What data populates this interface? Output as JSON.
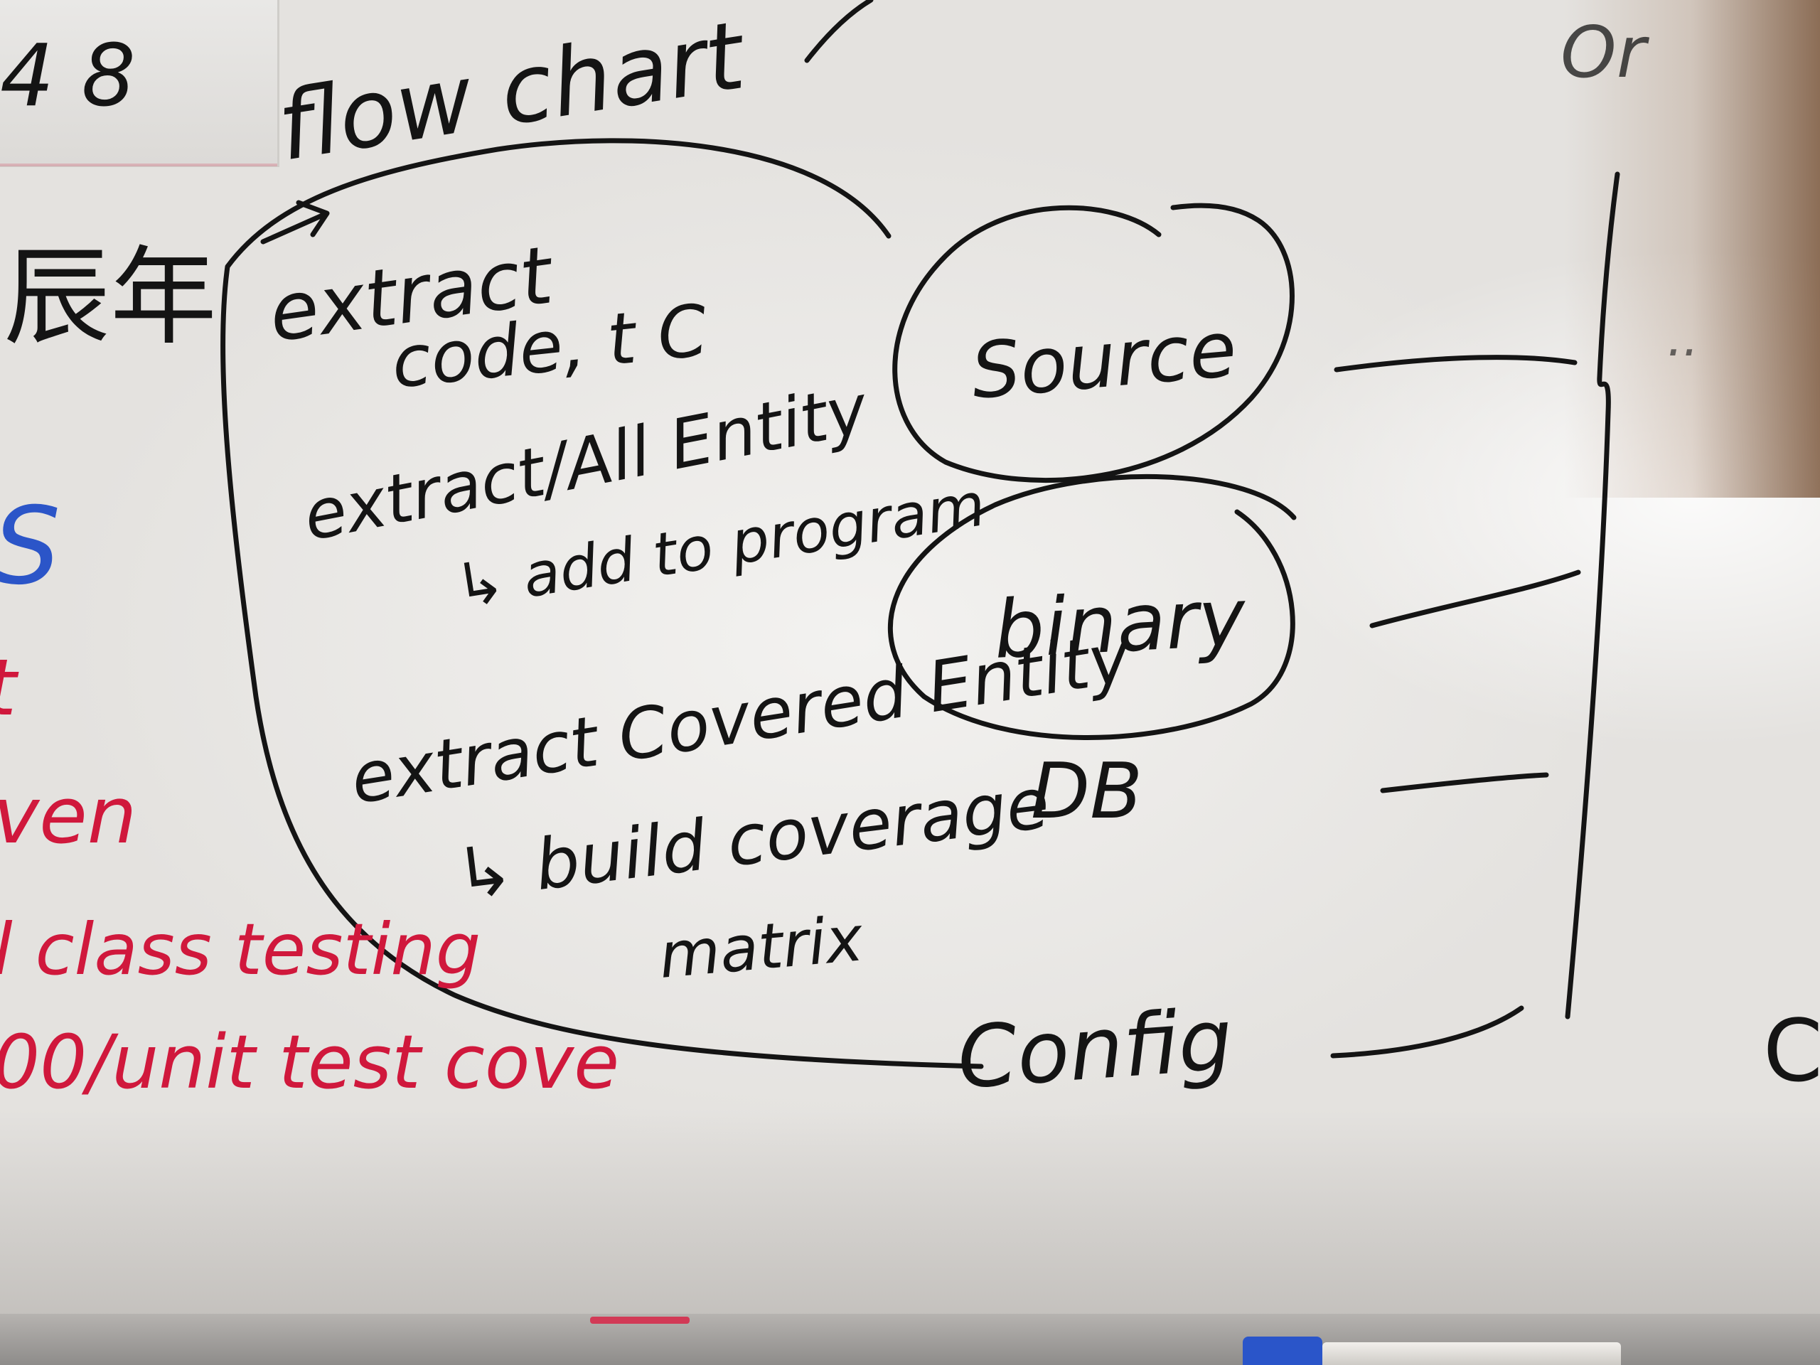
{
  "board": {
    "black_ink": "#141414",
    "red_ink": "#d0183c",
    "blue_ink": "#2b55c8"
  },
  "handwriting": {
    "corner_digits": "4 8",
    "chinese": "辰年",
    "title": "flow chart",
    "line1a": "extract",
    "line1b": "code, t C",
    "line2": "extract/All Entity",
    "line3": "↳ add to program",
    "line4": "extract Covered Entity",
    "line5": "↳ build coverage",
    "line6": "matrix",
    "source": "Source",
    "binary": "binary",
    "db": "DB",
    "config": "Config",
    "right_top": "Or",
    "right_dots": "..",
    "right_bottom": "C"
  },
  "red_notes": {
    "blue_letter": "S",
    "partial_t": "t",
    "even": "ven",
    "class_testing": "l class testing",
    "unit_test": "00/unit test cove"
  }
}
